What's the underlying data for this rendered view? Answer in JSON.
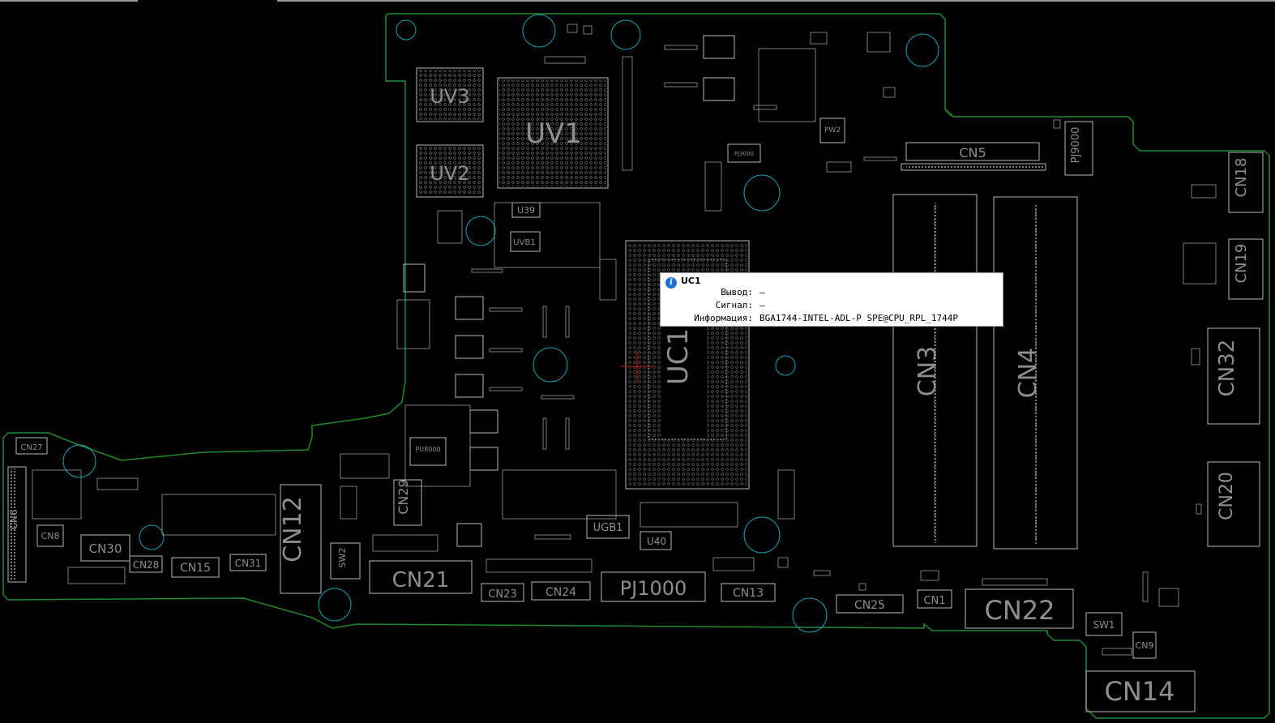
{
  "tooltip": {
    "title": "UC1",
    "icon": "info-icon",
    "rows": [
      {
        "key": "Вывод:",
        "value": "—"
      },
      {
        "key": "Сигнал:",
        "value": "—"
      },
      {
        "key": "Информация:",
        "value": "BGA1744-INTEL-ADL-P SPE@CPU_RPL_1744P"
      }
    ]
  },
  "components": {
    "uv3": "UV3",
    "uv1": "UV1",
    "uv2": "UV2",
    "uc1": "UC1",
    "cn3": "CN3",
    "cn4": "CN4",
    "cn5": "CN5",
    "pj9000": "PJ9000",
    "cn18": "CN18",
    "cn19": "CN19",
    "cn32": "CN32",
    "cn20": "CN20",
    "cn12": "CN12",
    "cn29": "CN29",
    "cn21": "CN21",
    "cn22": "CN22",
    "cn14": "CN14",
    "pj1000": "PJ1000",
    "cn6": "CN6",
    "cn27": "CN27",
    "cn8": "CN8",
    "cn30": "CN30",
    "cn28": "CN28",
    "cn15": "CN15",
    "cn31": "CN31",
    "sw2": "SW2",
    "cn23": "CN23",
    "cn24": "CN24",
    "cn13": "CN13",
    "cn25": "CN25",
    "cn1": "CN1",
    "sw1": "SW1",
    "cn9": "CN9",
    "ugb1": "UGB1",
    "u40": "U40",
    "u39": "U39",
    "uvb1": "UVB1",
    "pu8000": "PU8000",
    "pw2": "PW2",
    "pj3000": "PJ3000"
  },
  "colors": {
    "background": "#000000",
    "outline": "#1f8a2a",
    "silkscreen": "#b8b8b8",
    "hole": "#1aa3b8",
    "tooltip_bg": "#ffffff",
    "info": "#1e6fd1"
  }
}
